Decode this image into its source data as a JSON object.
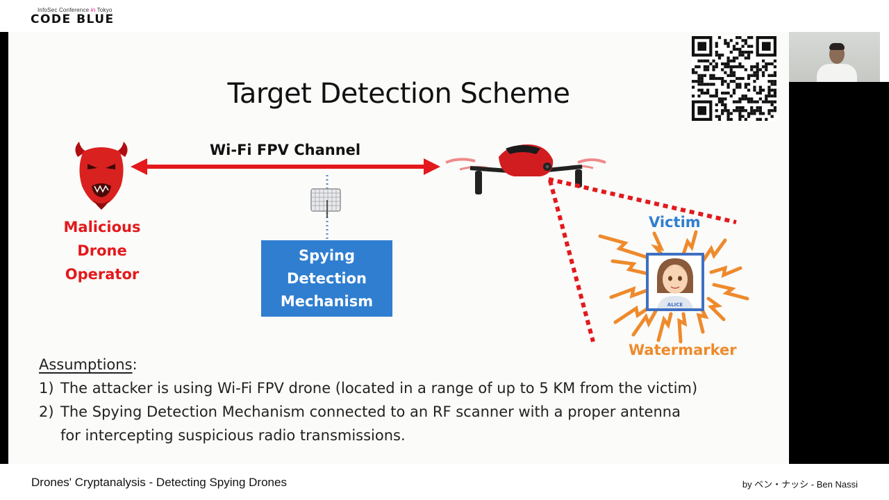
{
  "header": {
    "logo_small_prefix": "InfoSec Conference ",
    "logo_small_accent": "in",
    "logo_small_suffix": " Tokyo",
    "logo_big": "CODE BLUE"
  },
  "slide": {
    "title": "Target Detection Scheme",
    "operator_label_lines": [
      "Malicious",
      "Drone",
      "Operator"
    ],
    "channel_label": "Wi-Fi FPV Channel",
    "mechanism_lines": [
      "Spying",
      "Detection",
      "Mechanism"
    ],
    "victim_label": "Victim",
    "watermarker_label": "Watermarker",
    "badge_text": "ALICE",
    "assumptions": {
      "heading": "Assumptions",
      "colon": ":",
      "items": [
        {
          "num": "1)",
          "lines": [
            "The attacker is using Wi-Fi FPV drone (located in a range of up to 5 KM from the victim)"
          ]
        },
        {
          "num": "2)",
          "lines": [
            "The Spying Detection Mechanism connected to an RF scanner with a proper antenna",
            "for intercepting suspicious radio transmissions."
          ]
        }
      ]
    },
    "colors": {
      "accent_red": "#e3191c",
      "blue": "#2f7ed0",
      "orange": "#ee8a2c"
    }
  },
  "footer": {
    "left": "Drones' Cryptanalysis - Detecting Spying Drones",
    "right": "by ベン・ナッシ - Ben Nassi"
  }
}
